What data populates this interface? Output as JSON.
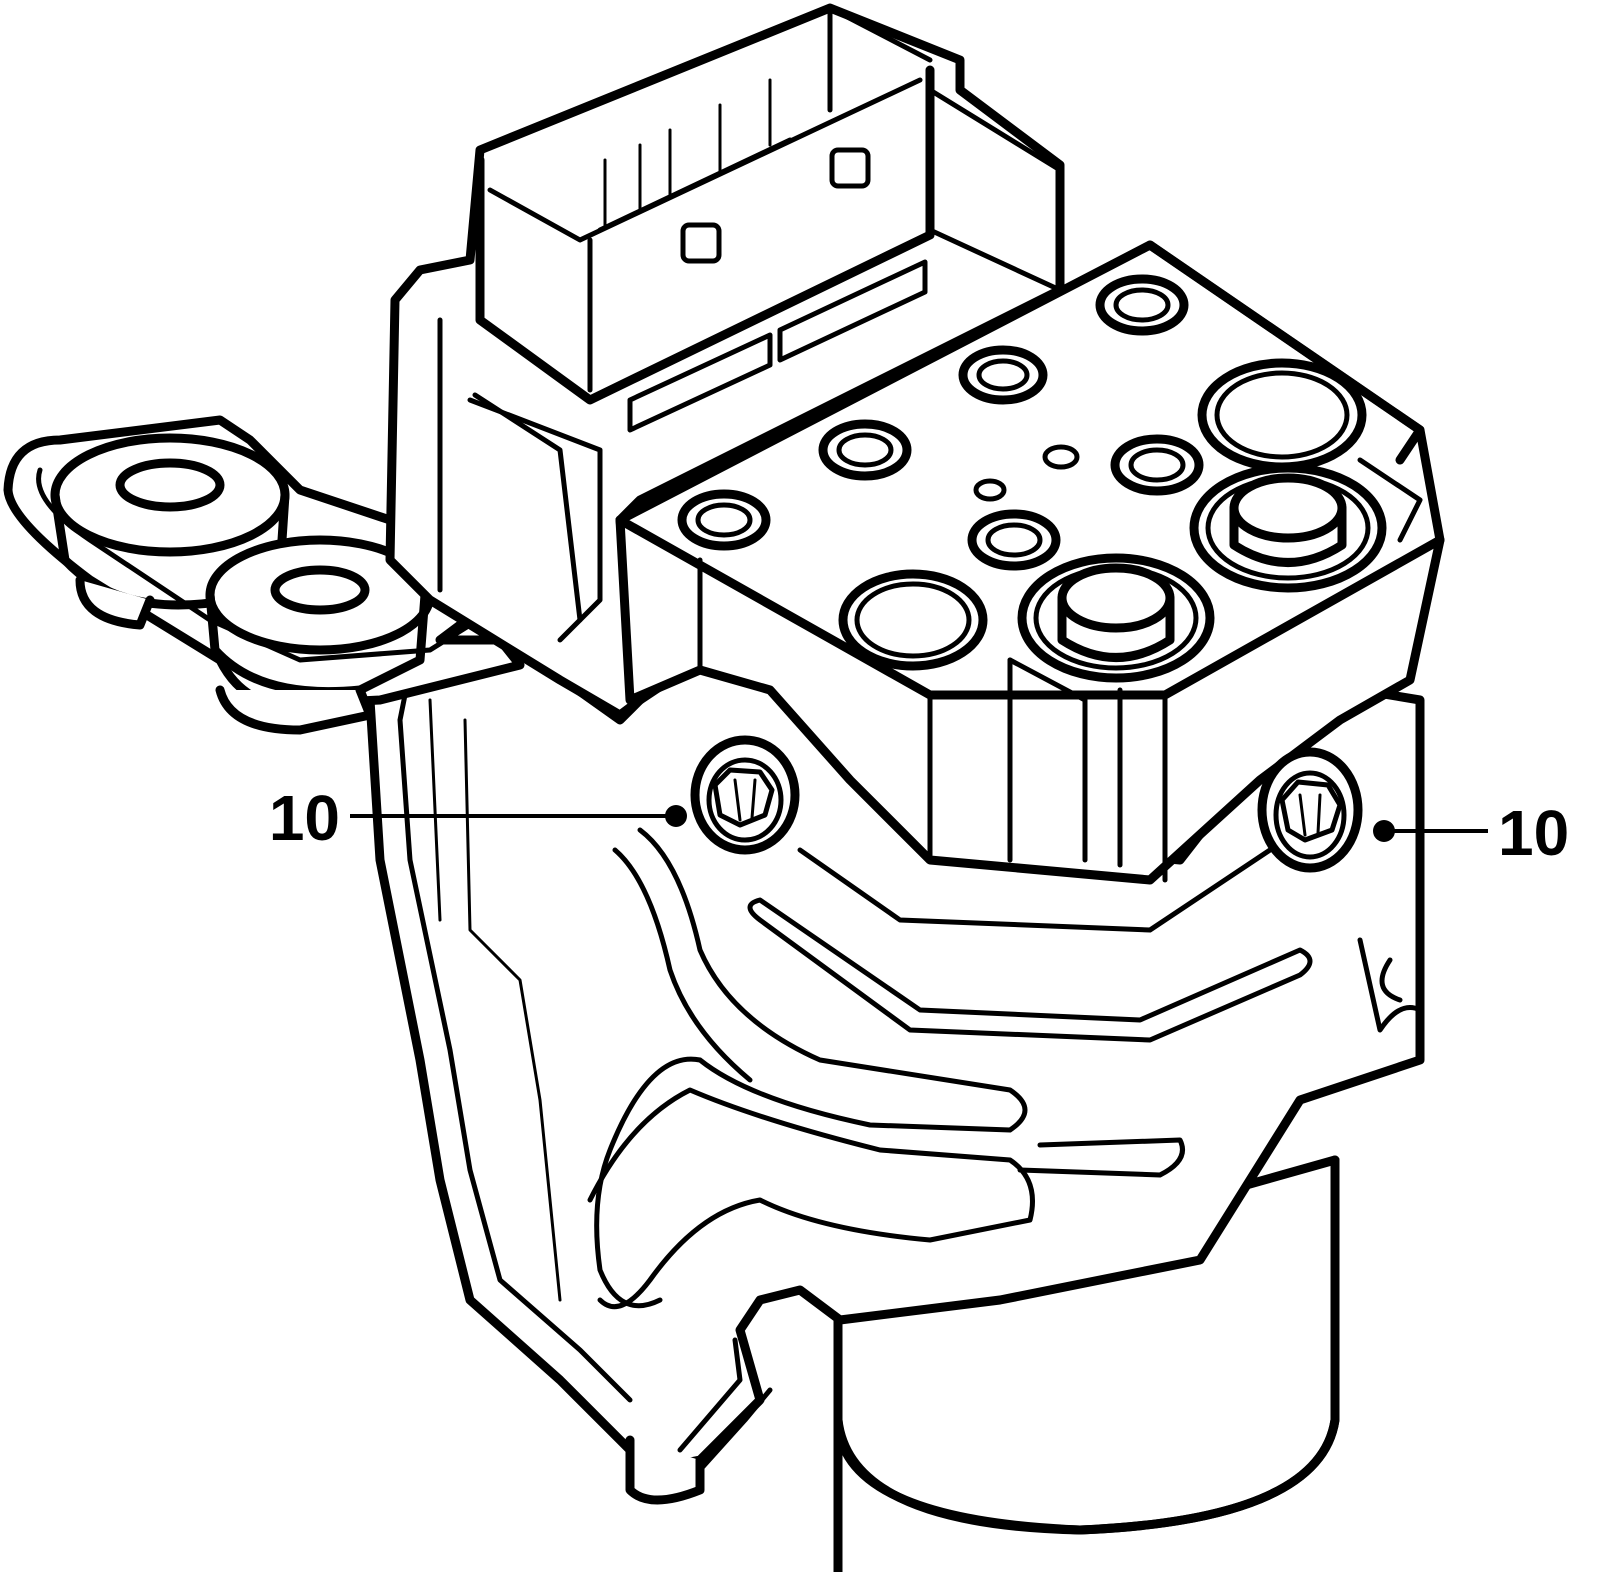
{
  "diagram": {
    "colors": {
      "line": "#000000",
      "background": "#ffffff"
    },
    "callouts": [
      {
        "id": "left",
        "label": "10",
        "target": "mounting-bolt-left"
      },
      {
        "id": "right",
        "label": "10",
        "target": "mounting-bolt-right"
      }
    ]
  }
}
